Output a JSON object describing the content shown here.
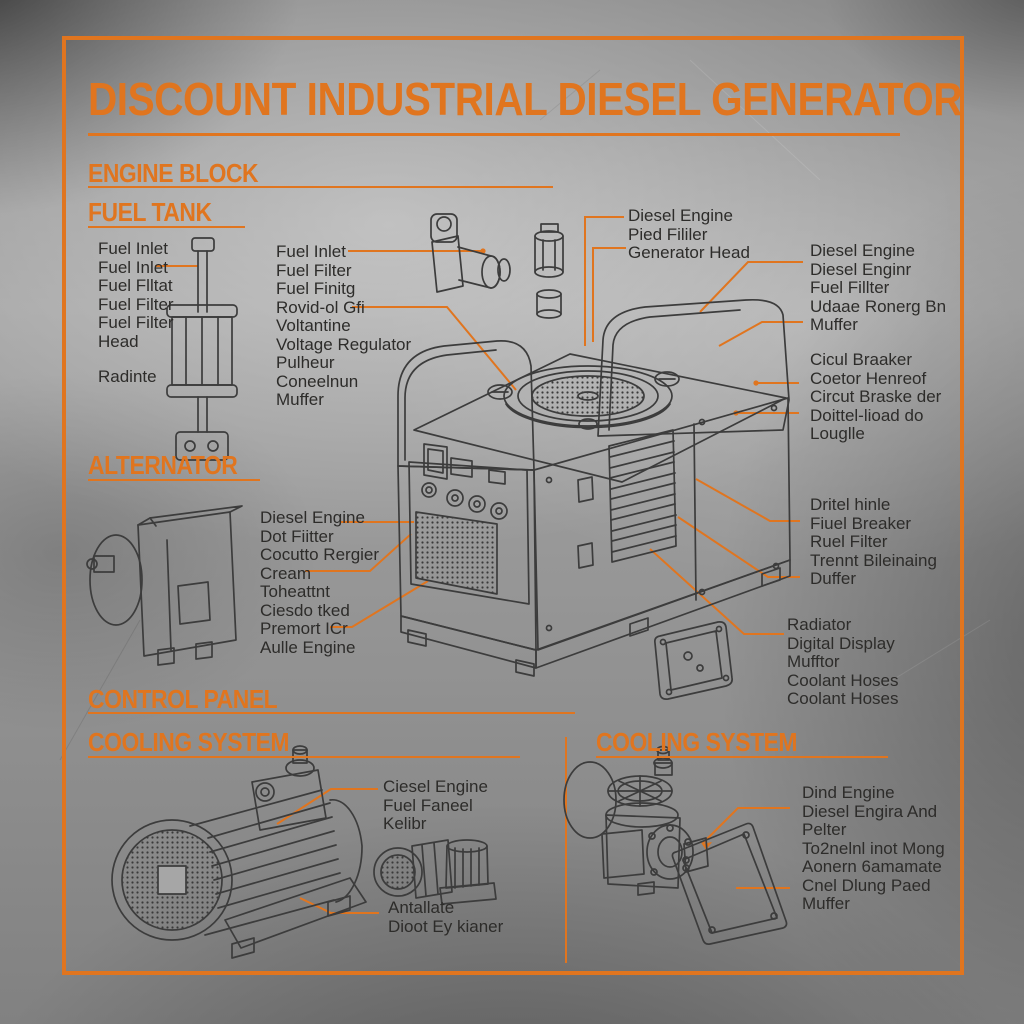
{
  "accent_color": "#E0751F",
  "title": "DISCOUNT INDUSTRIAL DIESEL GENERATOR",
  "sections": {
    "engine_block": "ENGINE BLOCK",
    "fuel_tank": "FUEL TANK",
    "alternator": "ALTERNATOR",
    "control_panel": "CONTROL PANEL",
    "cooling_system_left": "COOLING SYSTEM",
    "cooling_system_right": "COOLING SYSTEM"
  },
  "label_groups": {
    "fuel_tank_left": {
      "lines": [
        "Fuel Inlet",
        "Fuel Inlet",
        "Fuel Flltat",
        "Fuel Filter",
        "Fuel Filter",
        "Head"
      ],
      "extra": "Radinte"
    },
    "fuel_tank_mid": {
      "lines": [
        "Fuel Inlet",
        "Fuel Filter",
        "Fuel Finitg",
        "Rovid-ol Gfi",
        "Voltantine",
        "Voltage Regulator",
        "Pulheur",
        "Coneelnun",
        "Muffer"
      ]
    },
    "engine_top": {
      "lines": [
        "Diesel Engine",
        "Pied Fililer",
        "Generator Head"
      ]
    },
    "right_upper": {
      "lines": [
        "Diesel Engine",
        "Diesel Enginr",
        "Fuel Fillter",
        "Udaae Ronerg Bn",
        "Muffer"
      ]
    },
    "right_mid": {
      "lines": [
        "Cicul Braaker",
        "Coetor Henreof",
        "Circut Braske der",
        "Doittel-lioad do",
        "Louglle"
      ]
    },
    "right_lower": {
      "lines": [
        "Dritel hinle",
        "Fiuel Breaker",
        "Ruel Filter",
        "Trennt Bileinaing",
        "Duffer"
      ]
    },
    "right_bottom": {
      "lines": [
        "Radiator",
        "Digital Display",
        "Mufftor",
        "Coolant Hoses",
        "Coolant Hoses"
      ]
    },
    "alternator_list": {
      "lines": [
        "Diesel Engine",
        "Dot Fiitter",
        "Cocutto Rergier",
        "Cream",
        "Toheattnt",
        "Ciesdo tked",
        "Premort ICr",
        "Aulle Engine"
      ]
    },
    "cooling_left_top": {
      "lines": [
        "Ciesel Engine",
        "Fuel Faneel",
        "Kelibr"
      ]
    },
    "cooling_left_bottom": {
      "lines": [
        "Antallate",
        "Dioot Ey kianer"
      ]
    },
    "cooling_right": {
      "lines": [
        "Dind Engine",
        "Diesel Engira And",
        "Pelter",
        "To2nelnl inot Mong",
        "Aonern 6amamate",
        "Cnel Dlung Paed",
        "Muffer"
      ]
    }
  },
  "artwork": {
    "main": "diesel-generator-line-drawing",
    "fuel_pump_column": "fuel-pump-assembly-drawing",
    "fitting": "fuel-fitting-drawing",
    "sight_glass": "sight-glass-drawing",
    "alternator": "alternator-drawing",
    "junction_box": "junction-box-drawing",
    "motor": "electric-motor-drawing",
    "twin_motors": "twin-motor-drawing",
    "cooling_pump": "cooling-pump-drawing"
  }
}
